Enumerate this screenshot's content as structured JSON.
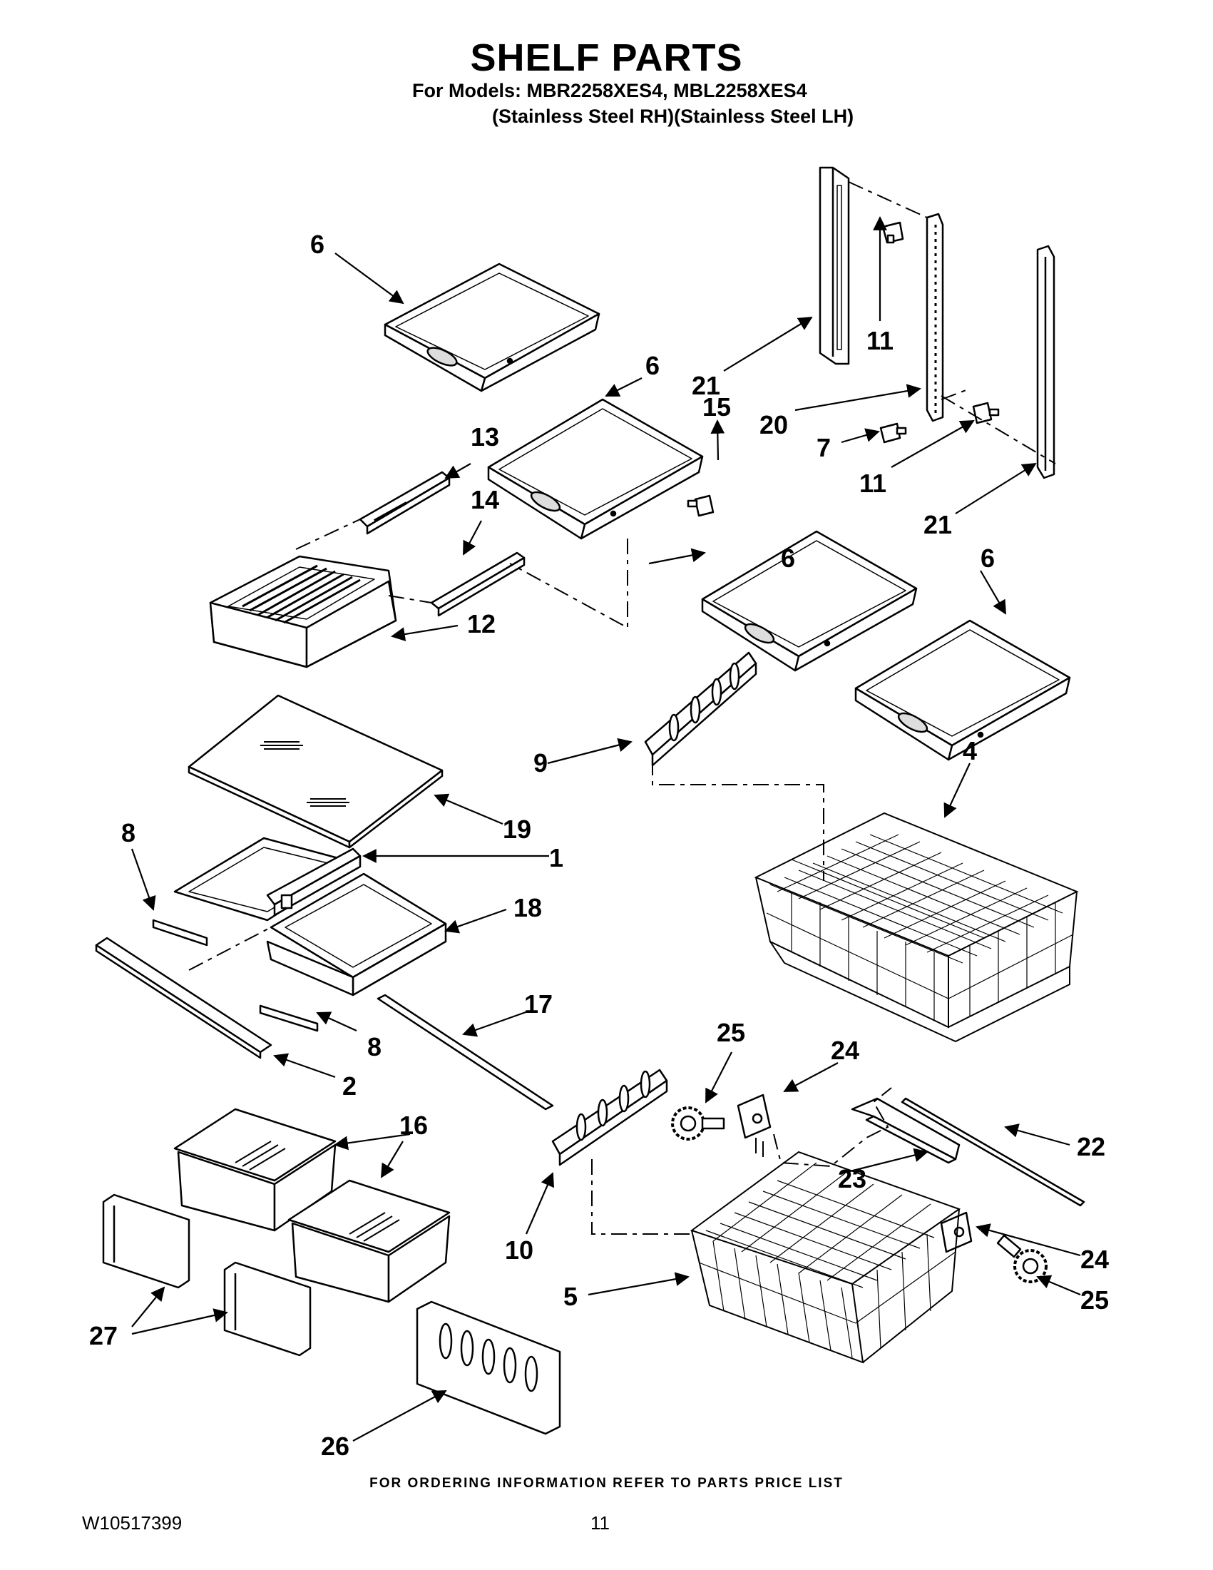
{
  "header": {
    "title": "SHELF PARTS",
    "models": "For Models: MBR2258XES4, MBL2258XES4",
    "variants": "(Stainless Steel RH)(Stainless Steel LH)"
  },
  "footer": {
    "ordering_note": "FOR ORDERING INFORMATION REFER TO PARTS PRICE LIST",
    "document_number": "W10517399",
    "page_number": "11"
  },
  "callouts": [
    {
      "id": "c6a",
      "label": "6"
    },
    {
      "id": "c6b",
      "label": "6"
    },
    {
      "id": "c6c",
      "label": "6"
    },
    {
      "id": "c6d",
      "label": "6"
    },
    {
      "id": "c11a",
      "label": "11"
    },
    {
      "id": "c11b",
      "label": "11"
    },
    {
      "id": "c21a",
      "label": "21"
    },
    {
      "id": "c21b",
      "label": "21"
    },
    {
      "id": "c15",
      "label": "15"
    },
    {
      "id": "c20",
      "label": "20"
    },
    {
      "id": "c7",
      "label": "7"
    },
    {
      "id": "c13",
      "label": "13"
    },
    {
      "id": "c14",
      "label": "14"
    },
    {
      "id": "c12",
      "label": "12"
    },
    {
      "id": "c9",
      "label": "9"
    },
    {
      "id": "c4",
      "label": "4"
    },
    {
      "id": "c19",
      "label": "19"
    },
    {
      "id": "c8a",
      "label": "8"
    },
    {
      "id": "c8b",
      "label": "8"
    },
    {
      "id": "c1",
      "label": "1"
    },
    {
      "id": "c18",
      "label": "18"
    },
    {
      "id": "c17",
      "label": "17"
    },
    {
      "id": "c2",
      "label": "2"
    },
    {
      "id": "c25a",
      "label": "25"
    },
    {
      "id": "c25b",
      "label": "25"
    },
    {
      "id": "c24a",
      "label": "24"
    },
    {
      "id": "c24b",
      "label": "24"
    },
    {
      "id": "c16",
      "label": "16"
    },
    {
      "id": "c22",
      "label": "22"
    },
    {
      "id": "c23",
      "label": "23"
    },
    {
      "id": "c10",
      "label": "10"
    },
    {
      "id": "c5",
      "label": "5"
    },
    {
      "id": "c27",
      "label": "27"
    },
    {
      "id": "c26",
      "label": "26"
    }
  ]
}
